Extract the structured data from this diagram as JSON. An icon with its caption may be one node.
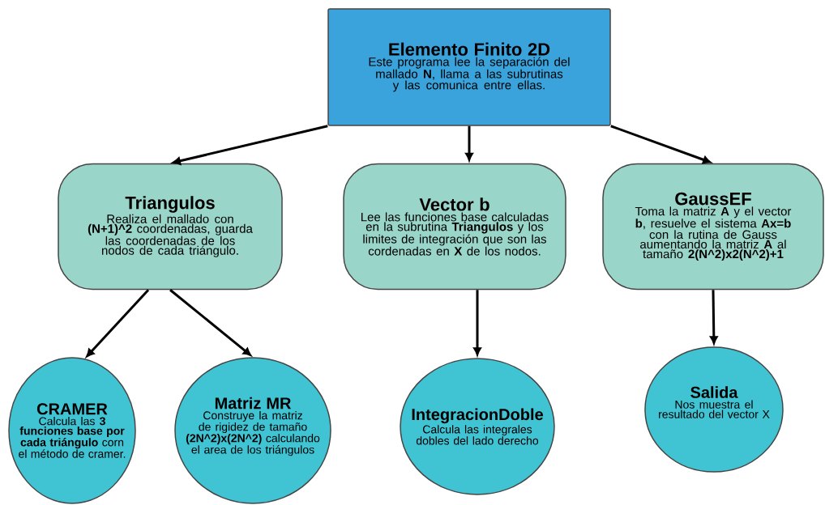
{
  "diagram": {
    "nodes": [
      {
        "text": [
          "Elemento Finito 2D",
          "Este programa lee la separación del mallado **N**,  llama a las subrutinas y las comunica entre ellas."
        ]
      },
      {
        "text": [
          "Triangulos",
          "Realiza el mallado con  **(N+1)^2** coordenadas, guarda las coordenadas de los nodos de cada triángulo."
        ]
      },
      {
        "text": [
          "Vector b",
          "Lee las funciones base calculadas en la subrutina **Triangulos** y los limites de integración que son las cordenadas en **X** de los nodos."
        ]
      },
      {
        "text": [
          "GaussEF",
          "Toma la matriz **A** y el vector **b**, resuelve el sistema **Ax=b** con la rutina de Gauss aumentando la matriz **A** al tamaño **2(N^2)x2(N^2)+1**"
        ]
      },
      {
        "text": [
          "CRAMER",
          "Calcula las **3 funciones base por cada triángulo**  corn el método de cramer."
        ]
      },
      {
        "text": [
          "Matriz MR",
          "Construye la matriz de rigidez de tamaño **(2N^2)x(2N^2)** calculando el area de los triángulos"
        ]
      },
      {
        "text": [
          "IntegracionDoble",
          "Calcula las integrales dobles del lado derecho"
        ]
      },
      {
        "text": [
          "Salida",
          "Nos muestra el resultado del vector X"
        ]
      }
    ],
    "edges": [
      {
        "from": 0,
        "to": 1,
        "arrow": "to"
      },
      {
        "from": 0,
        "to": 2,
        "arrow": "to"
      },
      {
        "from": 0,
        "to": 3,
        "arrow": "to"
      },
      {
        "from": 1,
        "to": 4,
        "arrow": "to"
      },
      {
        "from": 1,
        "to": 5,
        "arrow": "to"
      },
      {
        "from": 2,
        "to": 6,
        "arrow": "to"
      },
      {
        "from": 3,
        "to": 7,
        "arrow": "to"
      }
    ]
  }
}
